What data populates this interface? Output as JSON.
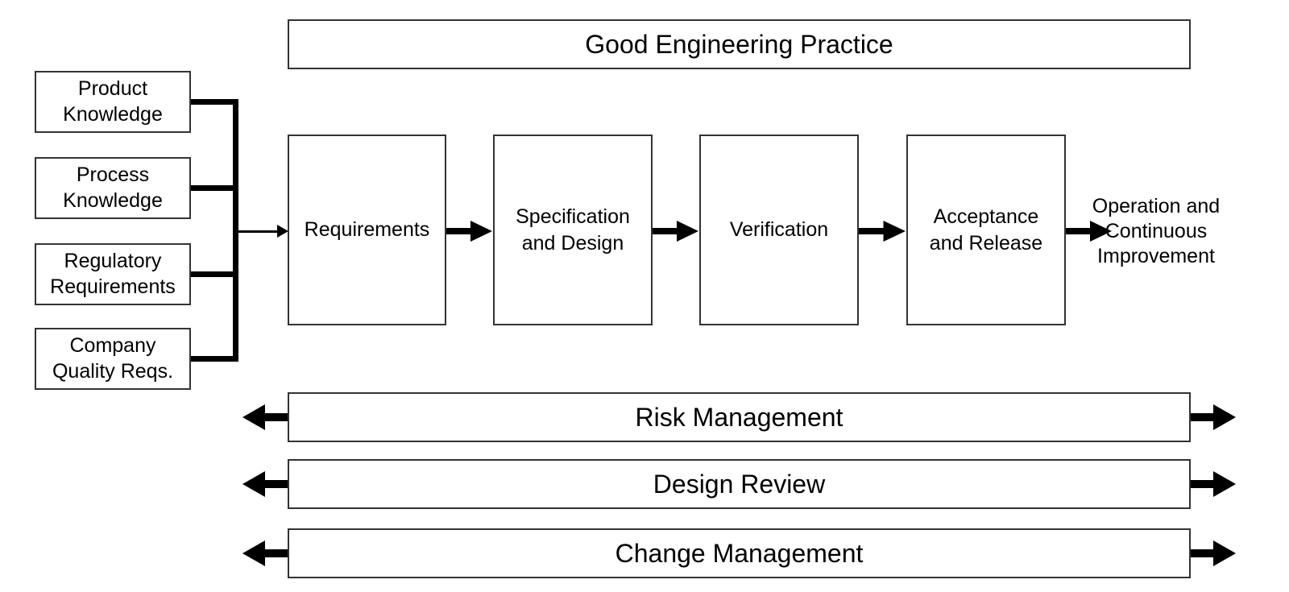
{
  "diagram": {
    "title": "Good Engineering Practice",
    "inputs": [
      {
        "label": [
          "Product",
          "Knowledge"
        ]
      },
      {
        "label": [
          "Process",
          "Knowledge"
        ]
      },
      {
        "label": [
          "Regulatory",
          "Requirements"
        ]
      },
      {
        "label": [
          "Company",
          "Quality Reqs."
        ]
      }
    ],
    "process_steps": [
      {
        "label": [
          "Requirements"
        ]
      },
      {
        "label": [
          "Specification",
          "and Design"
        ]
      },
      {
        "label": [
          "Verification"
        ]
      },
      {
        "label": [
          "Acceptance",
          "and Release"
        ]
      }
    ],
    "outcome": {
      "label": [
        "Operation and",
        "Continuous",
        "Improvement"
      ]
    },
    "support_banners": [
      {
        "label": "Risk Management"
      },
      {
        "label": "Design Review"
      },
      {
        "label": "Change Management"
      }
    ],
    "colors": {
      "background": "#ffffff",
      "box_border": "#333333",
      "line": "#000000",
      "text": "#000000"
    }
  }
}
